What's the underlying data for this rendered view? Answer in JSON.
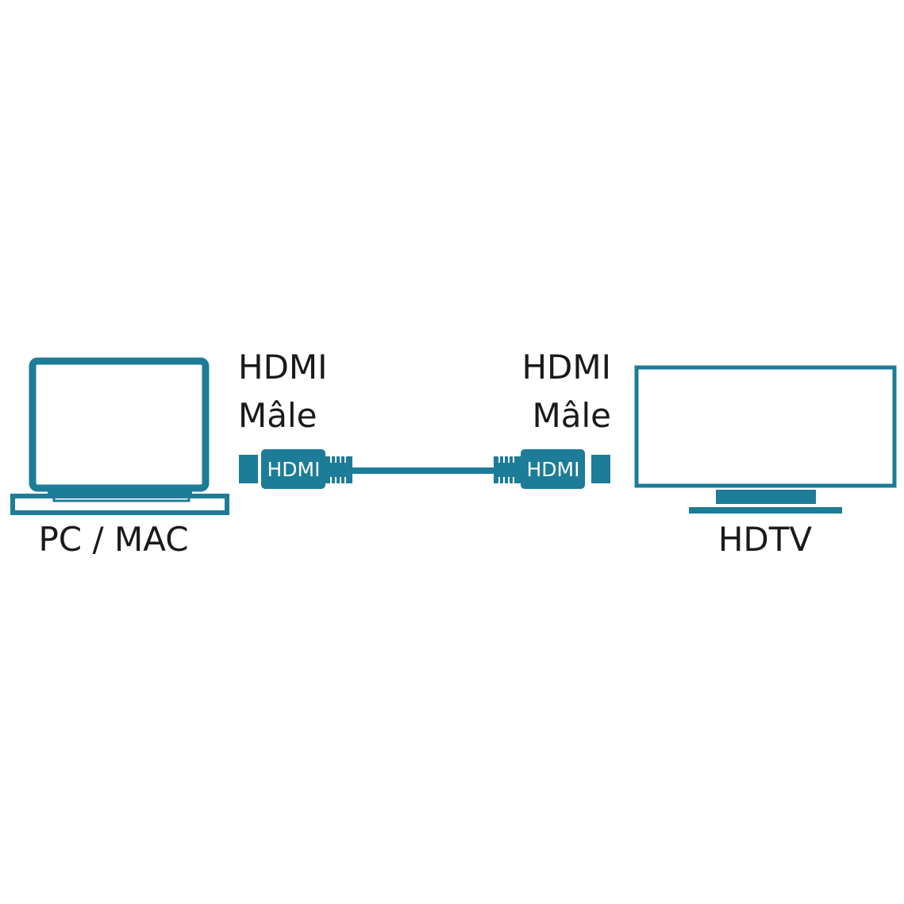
{
  "colors": {
    "accent": "#1d7c97",
    "text": "#1a1a1a",
    "background": "#ffffff"
  },
  "source": {
    "label": "PC / MAC",
    "icon": "laptop-icon"
  },
  "destination": {
    "label": "HDTV",
    "icon": "tv-icon"
  },
  "cable": {
    "left_connector": {
      "line1": "HDMI",
      "line2": "Mâle",
      "plug_text": "HDMI"
    },
    "right_connector": {
      "line1": "HDMI",
      "line2": "Mâle",
      "plug_text": "HDMI"
    }
  }
}
